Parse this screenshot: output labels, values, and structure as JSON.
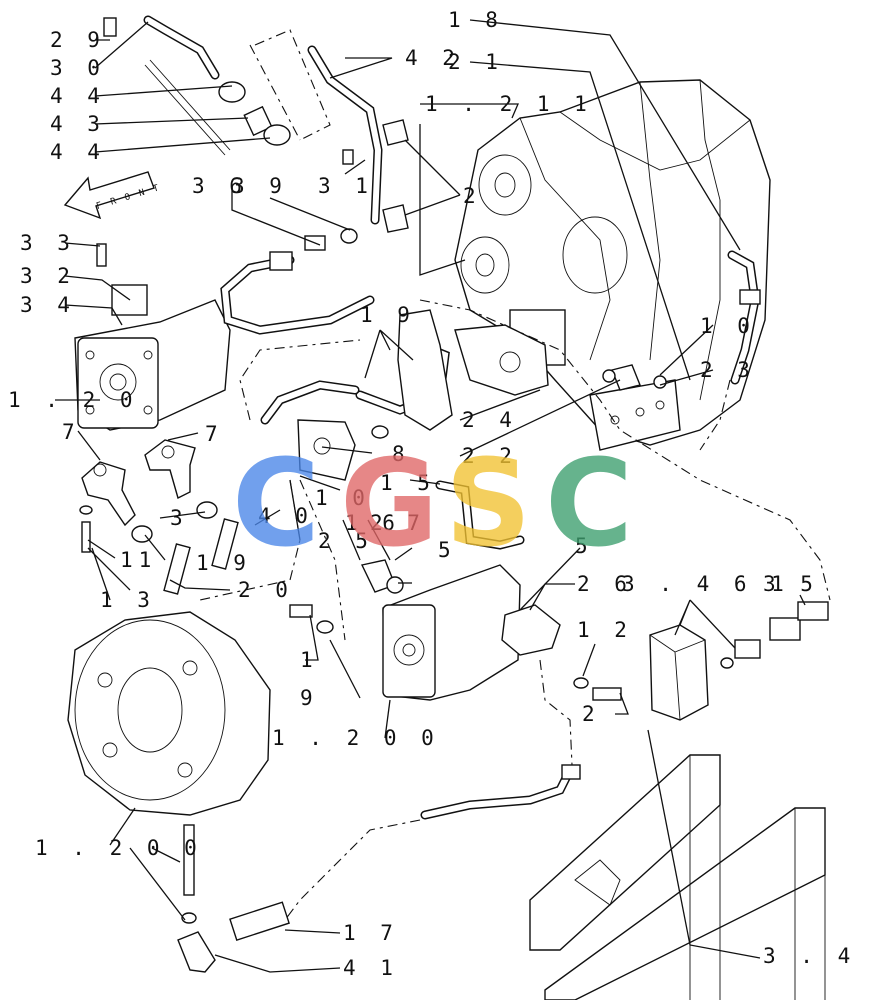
{
  "labels": {
    "l29": "2 9",
    "l30": "3 0",
    "l44a": "4 4",
    "l43": "4 3",
    "l44b": "4 4",
    "l42": "4 2",
    "l18": "1 8",
    "l21": "2 1",
    "l1211": "1 . 2 1 1",
    "l36": "3 6",
    "l39": "3 9",
    "l31": "3 1",
    "l2a": "2",
    "l33": "3 3",
    "l32": "3 2",
    "l34": "3 4",
    "l120": "1 . 2 0",
    "l19a": "1 9",
    "l10a": "1 0",
    "l23": "2 3",
    "l24": "2 4",
    "l22": "2 2",
    "l7a": "7",
    "l7b": "7",
    "l8": "8",
    "l10b": "1 0",
    "l15": "1 5",
    "l11": "11",
    "l3": "3",
    "l40": "4 0",
    "l16": "1 6",
    "l27": "2 7",
    "l25": "2 5",
    "l5a": "5",
    "l5b": "5",
    "l19b": "1 9",
    "l20": "2 0",
    "l13": "1 3",
    "l1": "1",
    "l9": "9",
    "l1200a": "1 . 2 0 0",
    "l26": "2 6",
    "l3461a": "3 . 4 6 1",
    "l35": "3 5",
    "l12": "1 2",
    "l2b": "2",
    "l1200b": "1 . 2 0 0",
    "l17": "1 7",
    "l41": "4 1",
    "l3461b": "3 . 4 6 1",
    "front": "F R O N T"
  },
  "watermark": {
    "letters": [
      "C",
      "G",
      "S",
      "C"
    ],
    "colors": [
      "#4a86e8",
      "#e06666",
      "#f1c232",
      "#3c9e6e"
    ]
  }
}
